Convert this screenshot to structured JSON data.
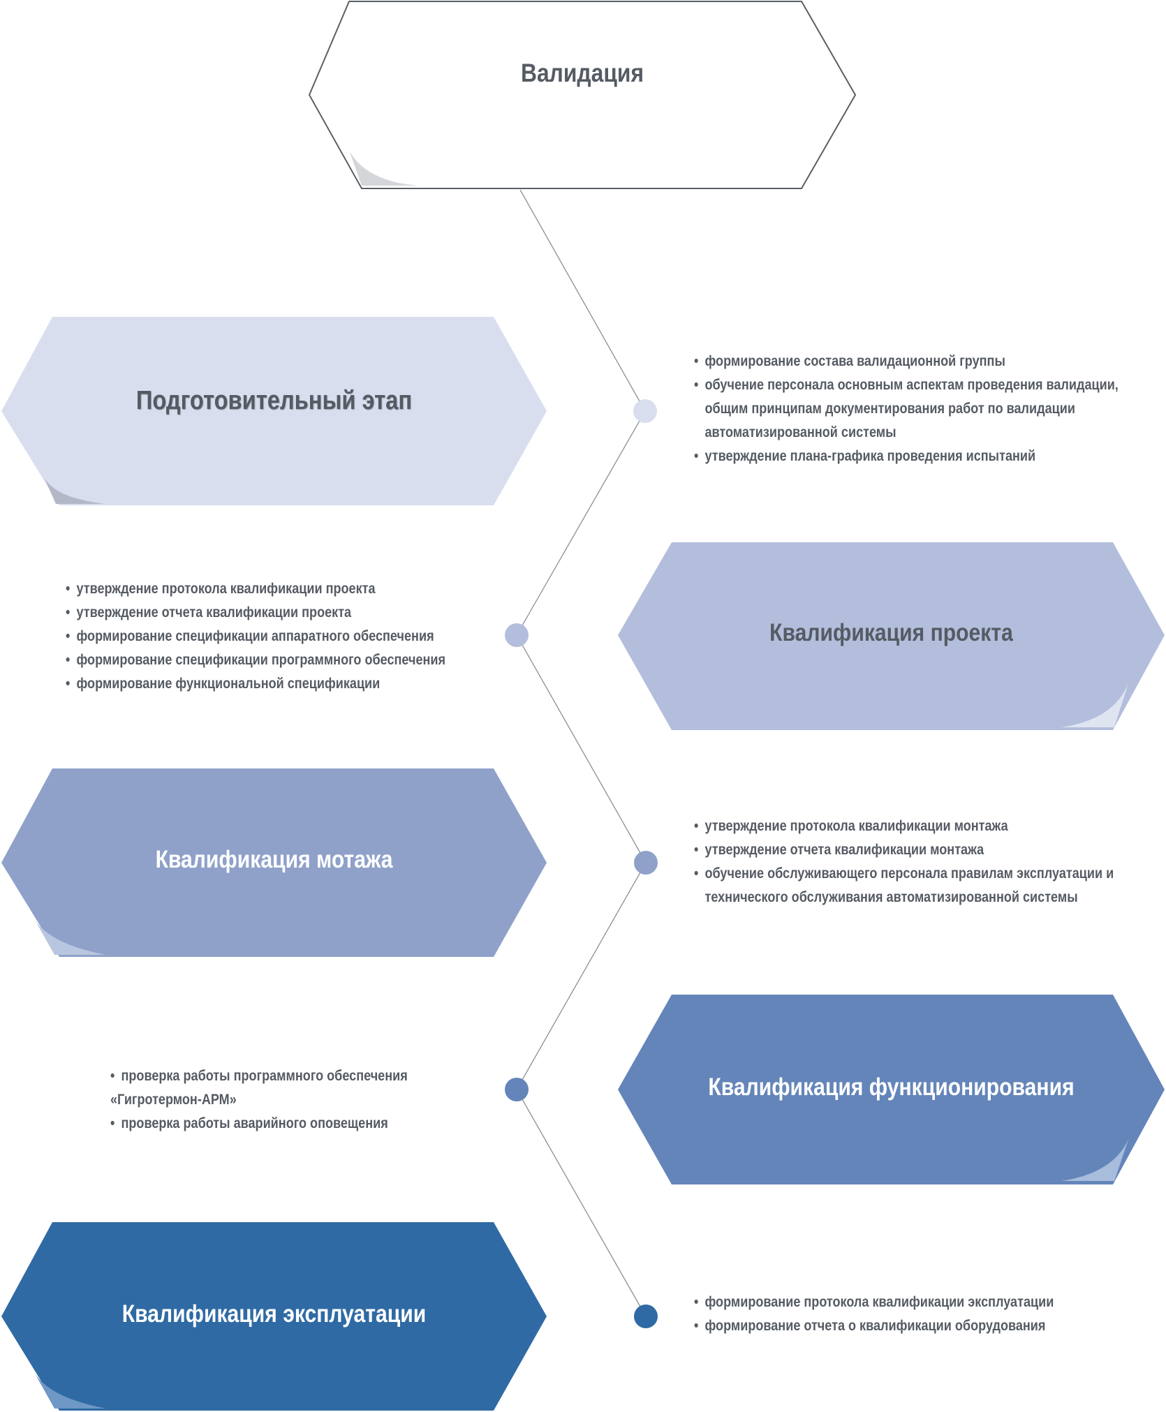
{
  "colors": {
    "background": "#ffffff",
    "line": "#8a8f96",
    "stage1": "#d9deef",
    "stage2": "#b3bedc",
    "stage3": "#8fa1c9",
    "stage4": "#6485b9",
    "stage5": "#2f6aa4",
    "text_dark": "#555b63",
    "text_light": "#ffffff"
  },
  "root": {
    "title": "Валидация"
  },
  "stages": [
    {
      "title": "Подготовительный этап",
      "items": [
        "формирование состава валидационной группы",
        "обучение персонала основным аспектам проведения валидации,",
        "общим принципам документирования работ по валидации",
        "автоматизированной системы",
        "утверждение плана-графика проведения испытаний"
      ]
    },
    {
      "title": "Квалификация проекта",
      "items": [
        "утверждение протокола квалификации проекта",
        "утверждение отчета квалификации проекта",
        "формирование спецификации аппаратного обеспечения",
        "формирование спецификации программного обеспечения",
        "формирование функциональной спецификации"
      ]
    },
    {
      "title": "Квалификация мотажа",
      "items": [
        "утверждение протокола квалификации монтажа",
        "утверждение отчета квалификации монтажа",
        "обучение обслуживающего персонала правилам эксплуатации и",
        "технического обслуживания автоматизированной системы"
      ]
    },
    {
      "title": "Квалификация функционирования",
      "items": [
        "проверка работы программного обеспечения",
        "«Гигротермон-АРМ»",
        "проверка работы аварийного оповещения"
      ]
    },
    {
      "title": "Квалификация эксплуатации",
      "items": [
        "формирование протокола квалификации эксплуатации",
        "формирование отчета о квалификации оборудования"
      ]
    }
  ]
}
